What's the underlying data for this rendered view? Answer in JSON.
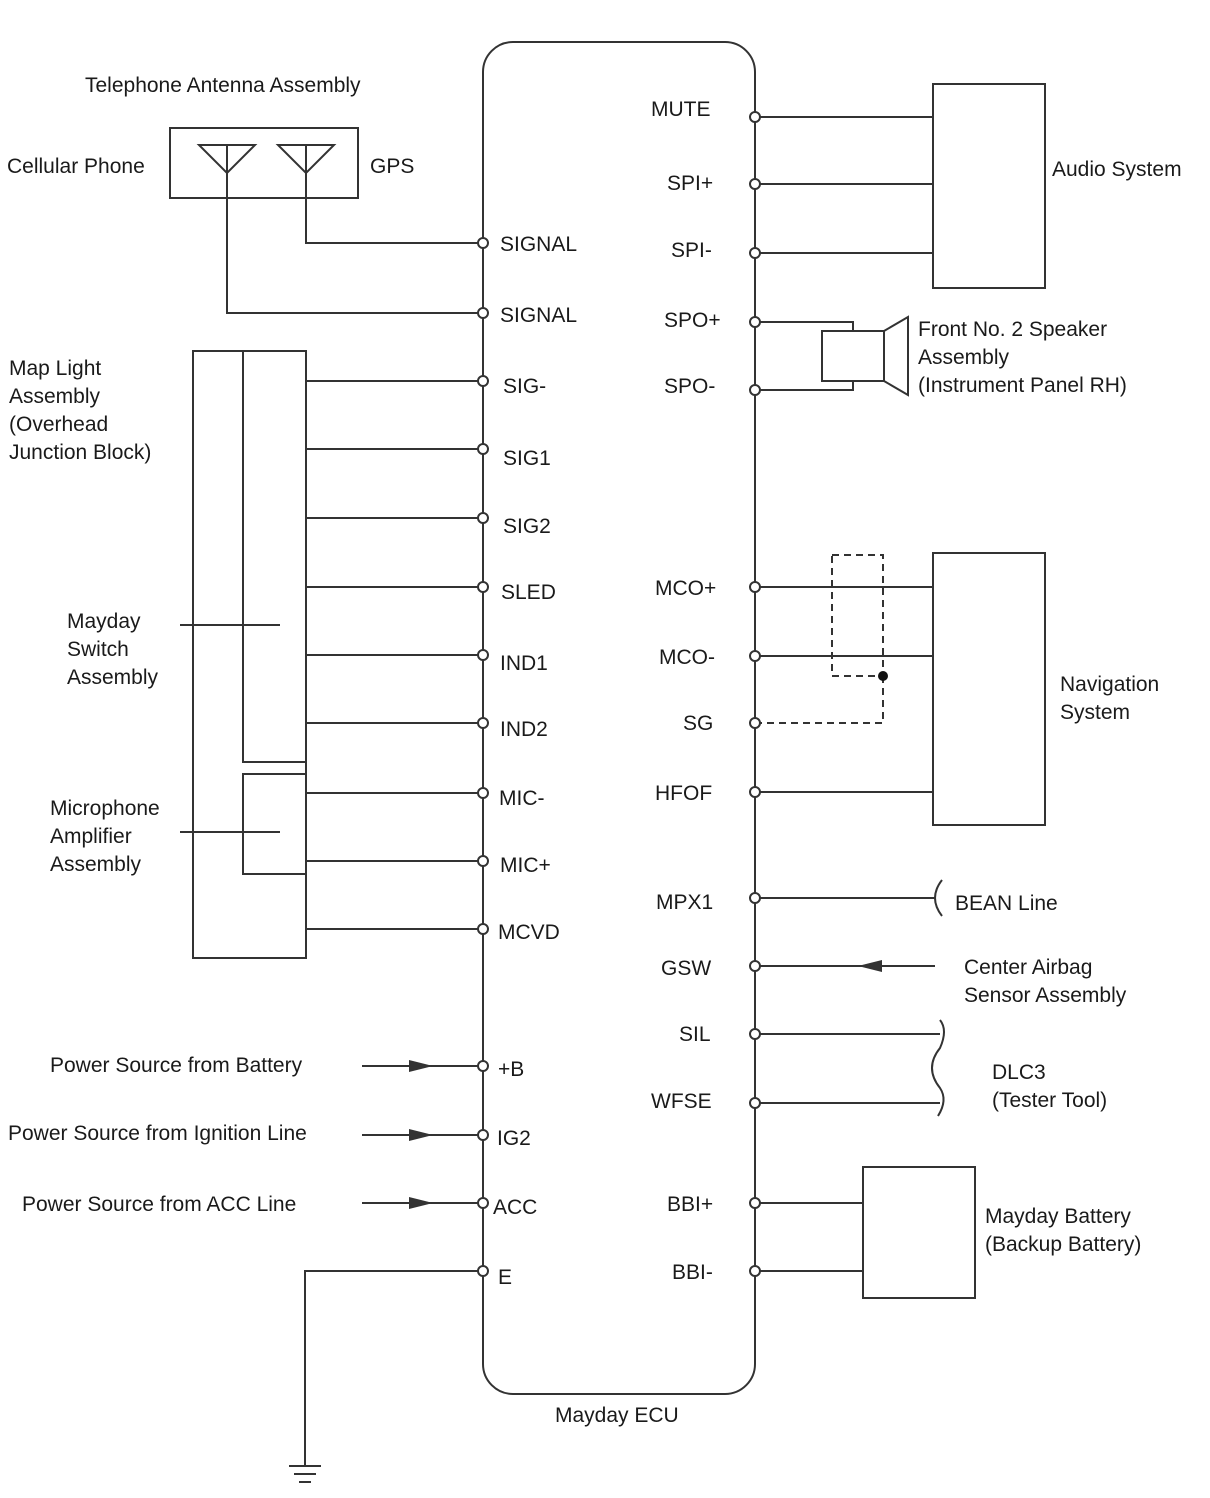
{
  "ecu": {
    "name": "Mayday ECU",
    "left_pins": [
      "SIGNAL",
      "SIGNAL",
      "SIG-",
      "SIG1",
      "SIG2",
      "SLED",
      "IND1",
      "IND2",
      "MIC-",
      "MIC+",
      "MCVD",
      "+B",
      "IG2",
      "ACC",
      "E"
    ],
    "right_pins": [
      "MUTE",
      "SPI+",
      "SPI-",
      "SPO+",
      "SPO-",
      "MCO+",
      "MCO-",
      "SG",
      "HFOF",
      "MPX1",
      "GSW",
      "SIL",
      "WFSE",
      "BBI+",
      "BBI-"
    ]
  },
  "components": {
    "antenna": "Telephone Antenna Assembly",
    "cellular": "Cellular Phone",
    "gps": "GPS",
    "map_light": [
      "Map Light",
      "Assembly",
      "(Overhead",
      "Junction Block)"
    ],
    "mayday_switch": [
      "Mayday",
      "Switch",
      "Assembly"
    ],
    "microphone": [
      "Microphone",
      "Amplifier",
      "Assembly"
    ],
    "power_battery": "Power Source from Battery",
    "power_ignition": "Power Source from Ignition Line",
    "power_acc": "Power Source from ACC Line",
    "audio": "Audio System",
    "speaker": [
      "Front No. 2 Speaker",
      "Assembly",
      "(Instrument Panel RH)"
    ],
    "navigation": [
      "Navigation",
      "System"
    ],
    "bean": "BEAN Line",
    "airbag": [
      "Center Airbag",
      "Sensor Assembly"
    ],
    "dlc3": [
      "DLC3",
      "(Tester Tool)"
    ],
    "battery": [
      "Mayday Battery",
      "(Backup Battery)"
    ]
  }
}
